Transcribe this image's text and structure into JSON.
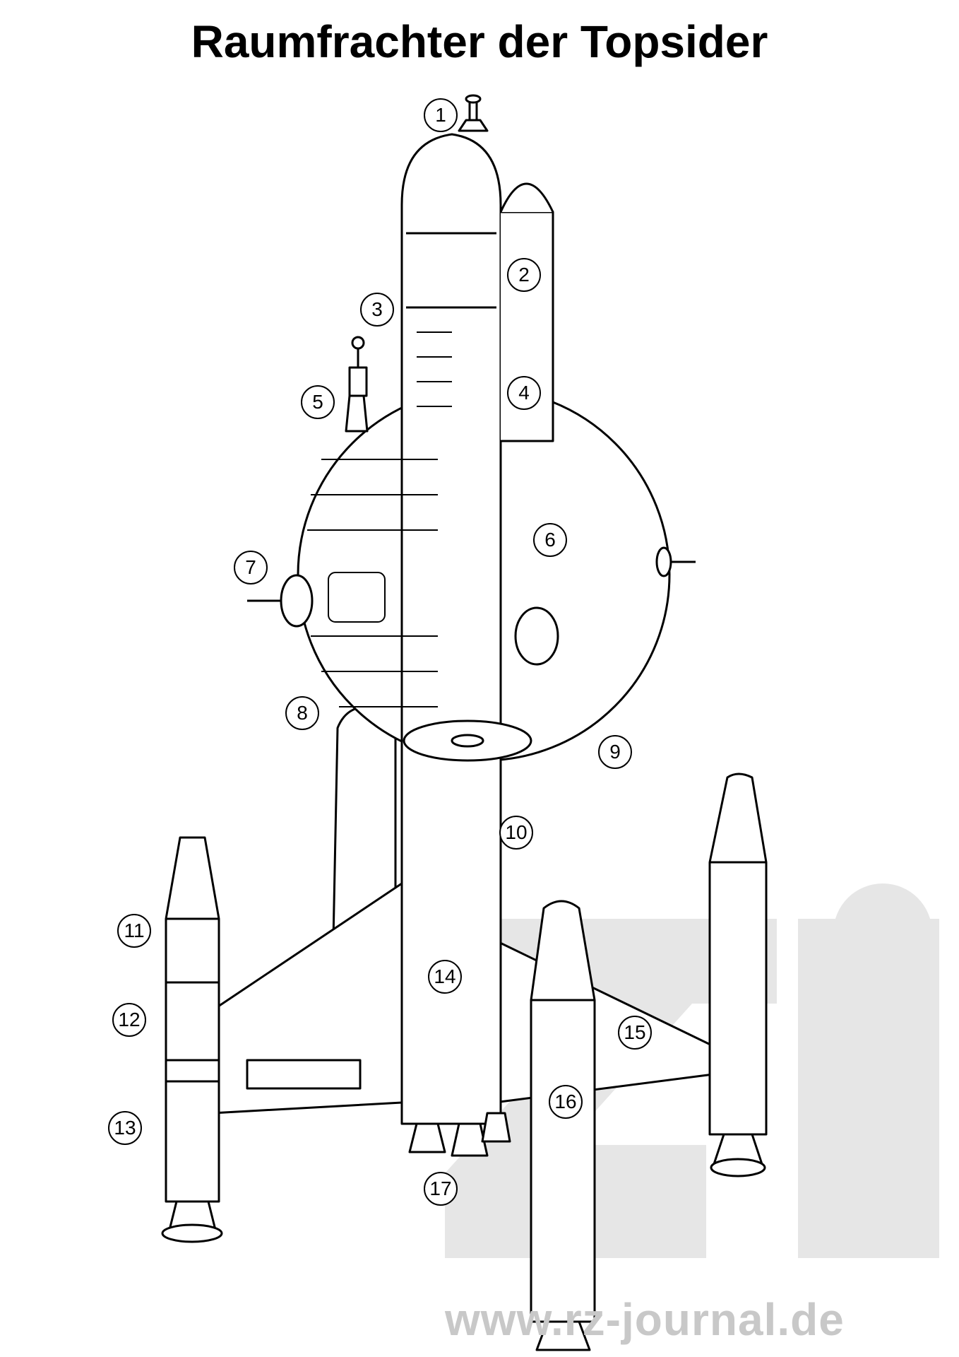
{
  "title": "Raumfrachter der Topsider",
  "callouts": [
    "1",
    "2",
    "3",
    "4",
    "5",
    "6",
    "7",
    "8",
    "9",
    "10",
    "11",
    "12",
    "13",
    "14",
    "15",
    "16",
    "17"
  ],
  "watermark": {
    "text": "www.rz-journal.de",
    "color": "#c8c8c8"
  }
}
